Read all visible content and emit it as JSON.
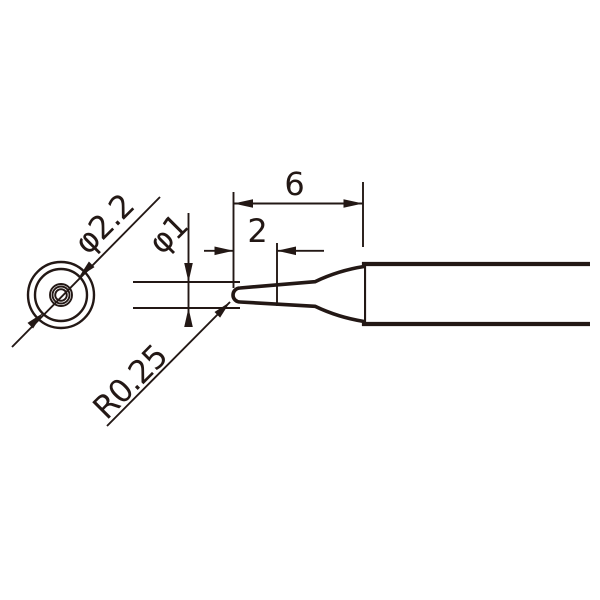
{
  "drawing": {
    "labels": {
      "end_view_diameter": "φ2.2",
      "tip_diameter": "φ1",
      "tip_radius": "R0.25",
      "taper_length": "6",
      "tip_length": "2"
    },
    "colors": {
      "line": "#231815",
      "background": "#ffffff"
    }
  }
}
